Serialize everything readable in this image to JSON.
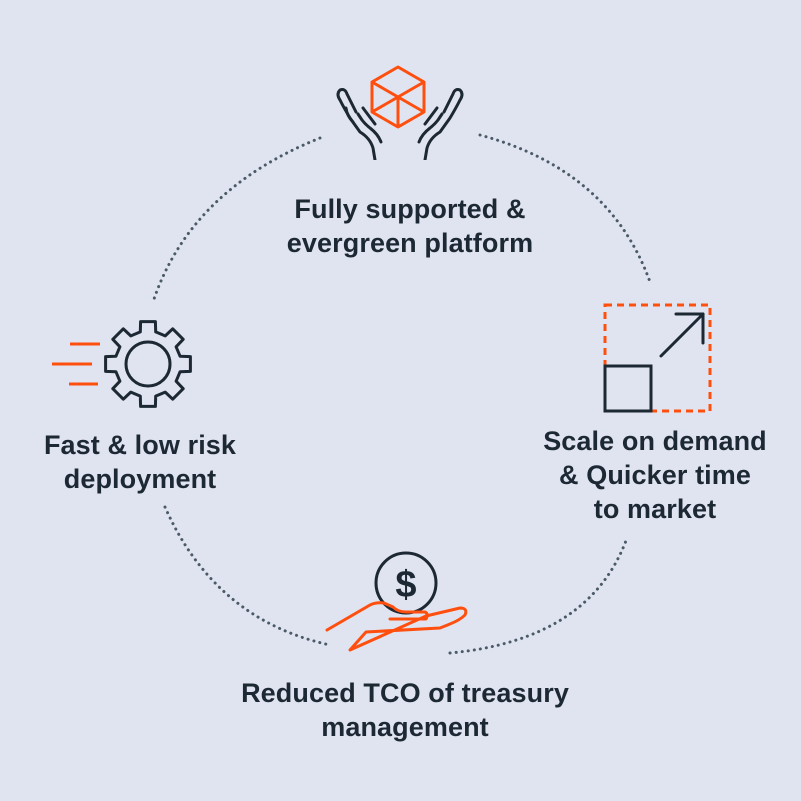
{
  "diagram": {
    "title": "Benefits cycle",
    "colors": {
      "background": "#e0e4f0",
      "text": "#1c2833",
      "icon_dark": "#1c2833",
      "accent": "#ff4f0f",
      "dotted_path": "#4a5a68"
    },
    "nodes": [
      {
        "id": "top",
        "icon": "hands-holding-cube-icon",
        "lines": [
          "Fully supported &",
          "evergreen platform"
        ]
      },
      {
        "id": "right",
        "icon": "scale-up-arrow-icon",
        "lines": [
          "Scale on demand",
          "& Quicker time",
          "to market"
        ]
      },
      {
        "id": "bottom",
        "icon": "hand-holding-dollar-coin-icon",
        "lines": [
          "Reduced TCO of treasury",
          "management"
        ]
      },
      {
        "id": "left",
        "icon": "fast-gear-icon",
        "lines": [
          "Fast & low risk",
          "deployment"
        ]
      }
    ]
  }
}
